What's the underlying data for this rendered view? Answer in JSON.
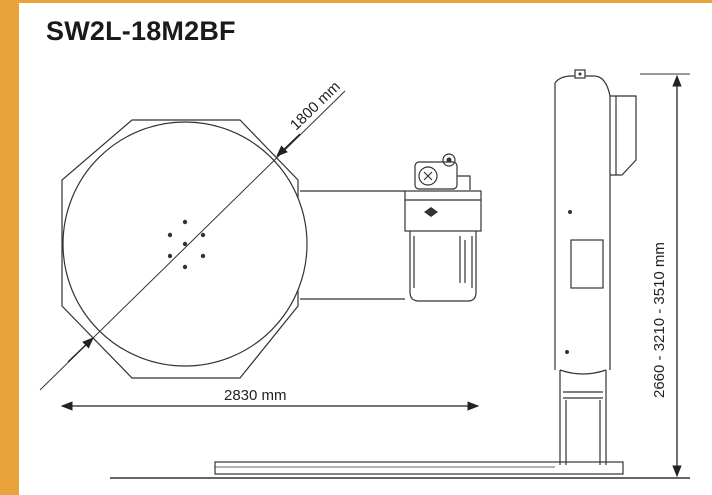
{
  "title": "SW2L-18M2BF",
  "dimensions": {
    "diameter": "1800 mm",
    "width": "2830 mm",
    "height": "2660 - 3210 - 3510 mm"
  },
  "colors": {
    "accent": "#E8A33B",
    "line": "#333333",
    "text": "#1a1a1a"
  }
}
